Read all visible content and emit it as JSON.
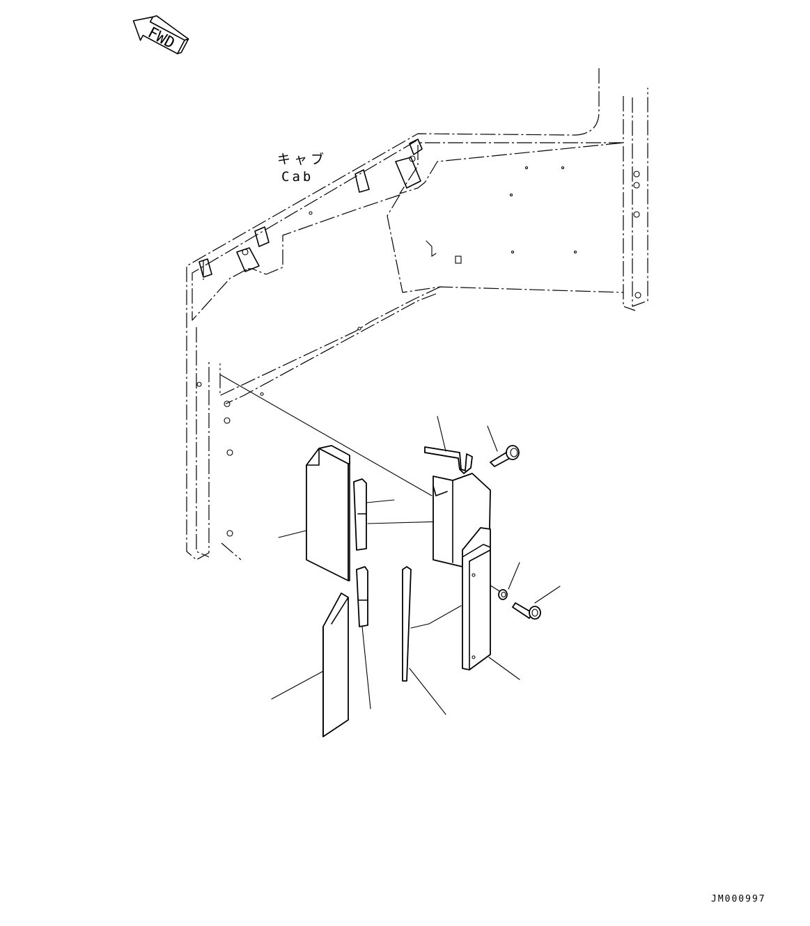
{
  "fwd_arrow": {
    "label": "FWD",
    "icon": "fwd-arrow-icon"
  },
  "cab_label": {
    "japanese": "キャブ",
    "english": "Cab"
  },
  "drawing_number": "JM000997"
}
